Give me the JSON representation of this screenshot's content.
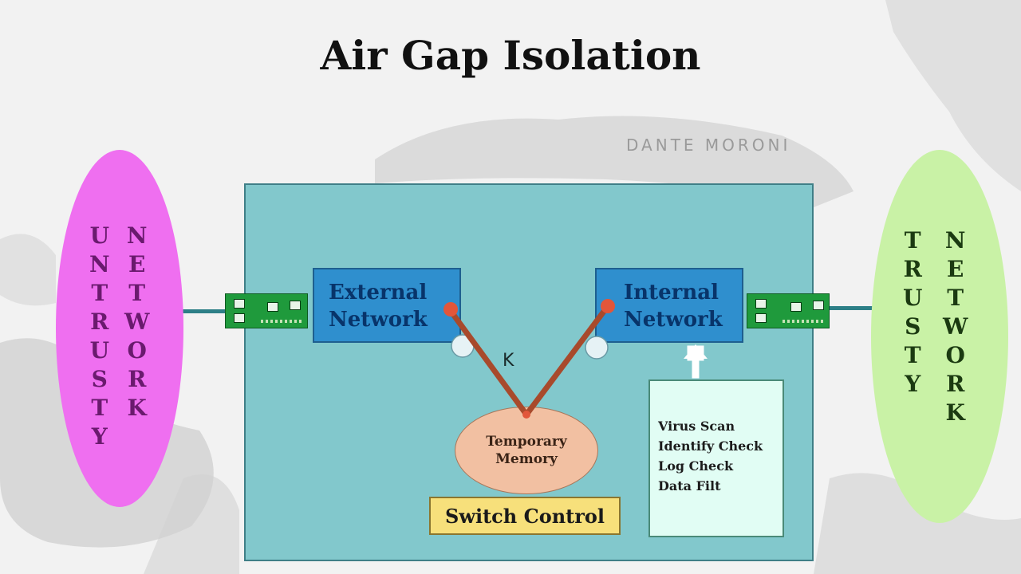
{
  "title": "Air Gap Isolation",
  "watermark": "DANTE MORONI",
  "untrusted_network": {
    "column_1": [
      "U",
      "N",
      "T",
      "R",
      "U",
      "S",
      "T",
      "Y"
    ],
    "column_2": [
      "N",
      "E",
      "T",
      "W",
      "O",
      "R",
      "K"
    ]
  },
  "trusted_network": {
    "column_1": [
      "T",
      "R",
      "U",
      "S",
      "T",
      "Y"
    ],
    "column_2": [
      "N",
      "E",
      "T",
      "W",
      "O",
      "R",
      "K"
    ]
  },
  "external_network": {
    "line_1": "External",
    "line_2": "Network"
  },
  "internal_network": {
    "line_1": "Internal",
    "line_2": "Network"
  },
  "temporary_memory": {
    "line_1": "Temporary",
    "line_2": "Memory"
  },
  "switch_control": "Switch Control",
  "switch_label": "K",
  "checks": [
    "Virus Scan",
    "Identify Check",
    "Log Check",
    "Data Filt"
  ],
  "colors": {
    "untrusted": "#ef6ff0",
    "trusted": "#c9f2a6",
    "system_box": "#82c8cc",
    "network_box": "#2f8fce",
    "switch_arm": "#a84a2c",
    "switch_node": "#e2563a",
    "memory": "#f2c0a2",
    "switch_control": "#f7e07b",
    "checks_box": "#e1fdf4"
  }
}
